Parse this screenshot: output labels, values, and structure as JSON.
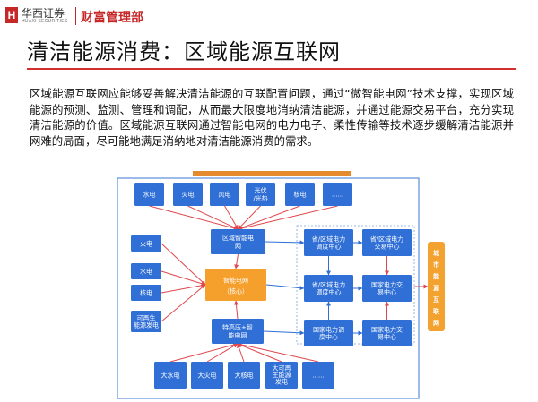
{
  "header": {
    "logo_mark": "H",
    "logo_cn": "华西证券",
    "logo_en": "HUAXI SECURITIES",
    "department": "财富管理部"
  },
  "title": "清洁能源消费：区域能源互联网",
  "body": "区域能源互联网应能够妥善解决清洁能源的互联配置问题，通过“微智能电网”技术支撑，实现区域能源的预测、监测、管理和调配，从而最大限度地消纳清洁能源，并通过能源交易平台，充分实现清洁能源的价值。区域能源互联网通过智能电网的电力电子、柔性传输等技术逐步缓解清洁能源并网难的局面，尽可能地满足消纳地对清洁能源消费的需求。",
  "diagram": {
    "top_sources": [
      [
        "水电"
      ],
      [
        "火电"
      ],
      [
        "风电"
      ],
      [
        "光伏",
        "/光热"
      ],
      [
        "核电"
      ],
      [
        "......"
      ]
    ],
    "left_sources": [
      [
        "火电"
      ],
      [
        "水电"
      ],
      [
        "核电"
      ],
      [
        "可再生",
        "能源发电"
      ]
    ],
    "bottom_sources": [
      [
        "大水电"
      ],
      [
        "大火电"
      ],
      [
        "大核电"
      ],
      [
        "大可再",
        "生能源",
        "发电"
      ],
      [
        "......"
      ]
    ],
    "regional_grid": [
      "区域智能电",
      "网"
    ],
    "uhv_grid": [
      "特高压+智",
      "能电网"
    ],
    "core": [
      "智能电网",
      "（核心）"
    ],
    "dispatch_col1": [
      [
        "省/区域电力",
        "调度中心"
      ],
      [
        "省/区域电力",
        "调度中心"
      ],
      [
        "国家电力调",
        "度中心"
      ]
    ],
    "dispatch_col2": [
      [
        "省/区域电力",
        "交易中心"
      ],
      [
        "国家电力交",
        "易中心"
      ],
      [
        "国家电力交",
        "易中心"
      ]
    ],
    "city_label": "城市能源互联网",
    "colors": {
      "source_blue": "#2f6fd6",
      "core_orange": "#f59f2d",
      "city_orange": "#f3a12f",
      "arrow_red": "#e0474c",
      "frame_blue": "#5b8ed8"
    }
  }
}
